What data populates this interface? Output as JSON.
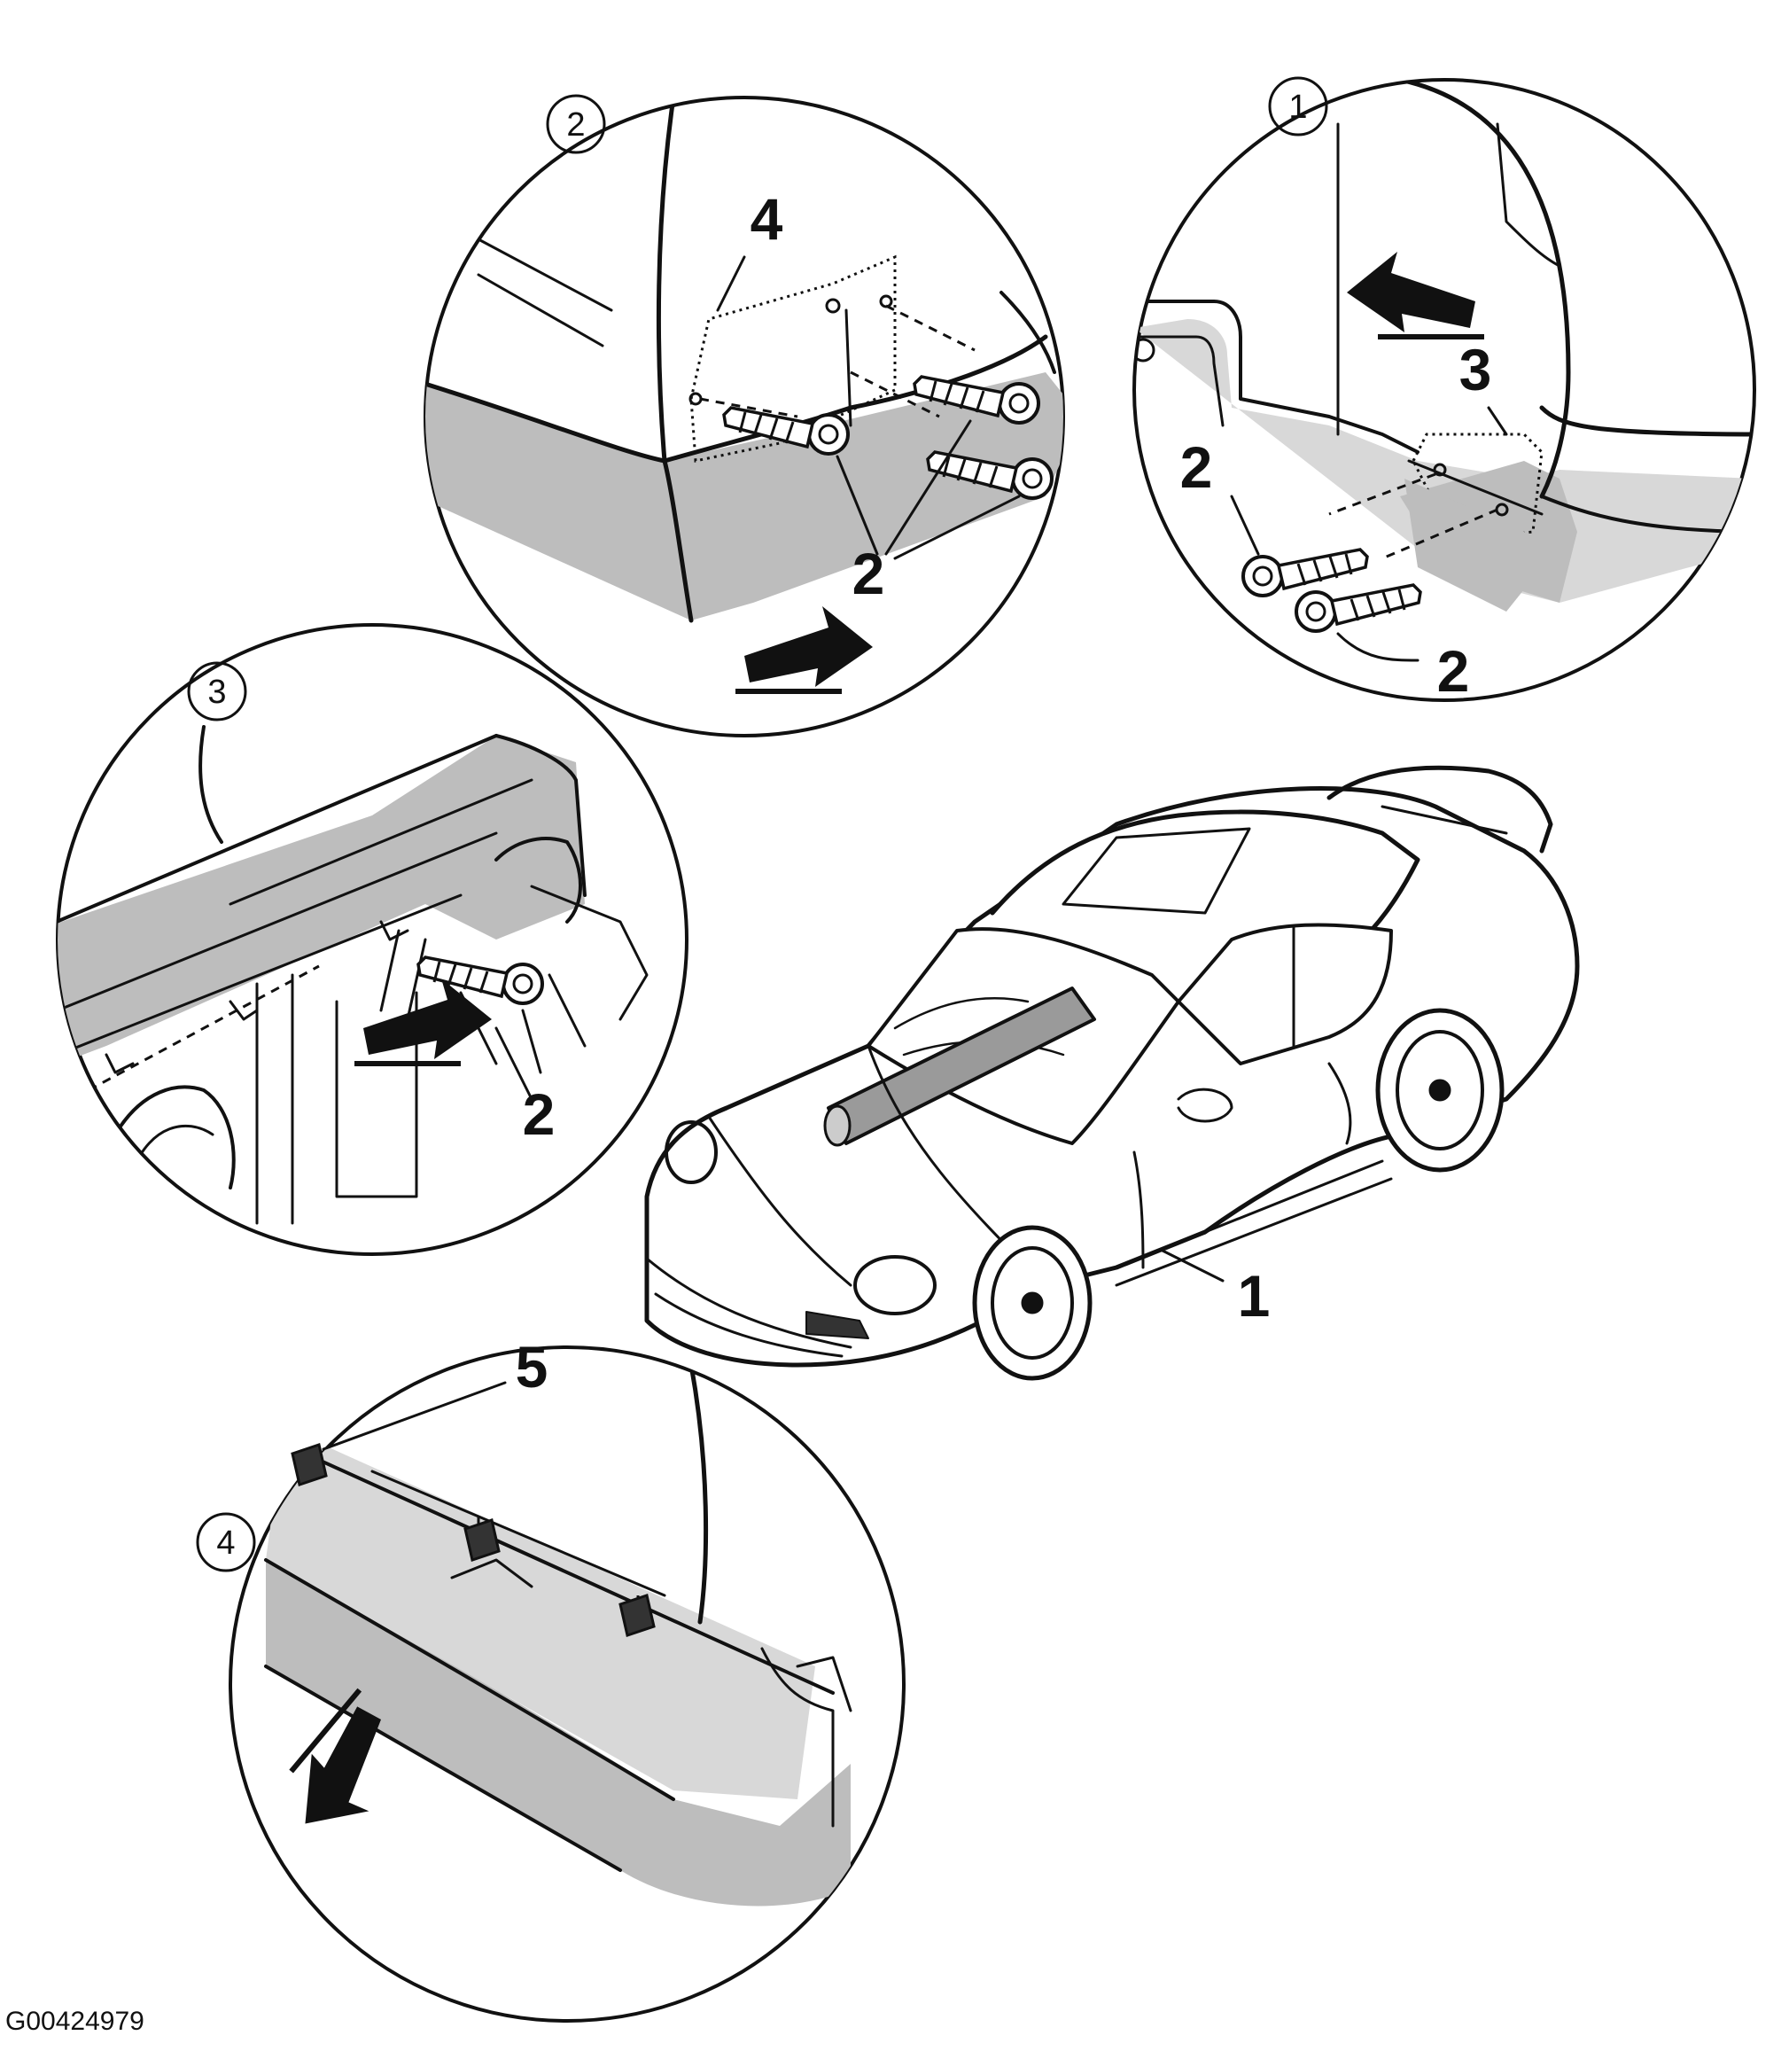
{
  "detail_views": [
    {
      "id": "1",
      "label": "1"
    },
    {
      "id": "2",
      "label": "2"
    },
    {
      "id": "3",
      "label": "3"
    },
    {
      "id": "4",
      "label": "4"
    }
  ],
  "callouts": {
    "d2_part4": "4",
    "d2_screw_a": "2",
    "d1_part3": "3",
    "d1_screw_a": "2",
    "d1_screw_b": "2",
    "d3_screw": "2",
    "car_part1": "1",
    "d4_part5": "5"
  },
  "figure_code": "G00424979",
  "icons": [
    "screw-icon",
    "arrow-icon",
    "car-illustration"
  ]
}
